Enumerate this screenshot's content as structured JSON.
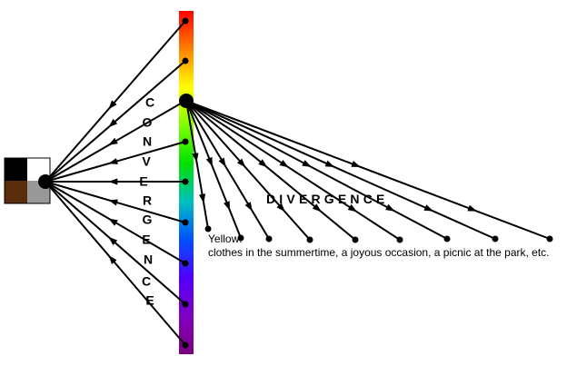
{
  "convergence_label": "CONVERGENCE",
  "divergence_label": "DIVERGENCE",
  "caption": {
    "heading": "Yellow:",
    "text": "clothes in the summertime, a joyous occasion, a picnic at the park, etc."
  },
  "colors": {
    "spectrum": [
      "#ff0000",
      "#ff8000",
      "#ffff00",
      "#80ff00",
      "#00e000",
      "#00c0c0",
      "#0050ff",
      "#5000ff",
      "#8000c0",
      "#7a0080"
    ],
    "swatches": [
      "#000000",
      "#ffffff",
      "#5a2d0c",
      "#999999"
    ],
    "lines": "#000000"
  },
  "icons": [
    "arrowhead-icon",
    "dot-icon"
  ]
}
